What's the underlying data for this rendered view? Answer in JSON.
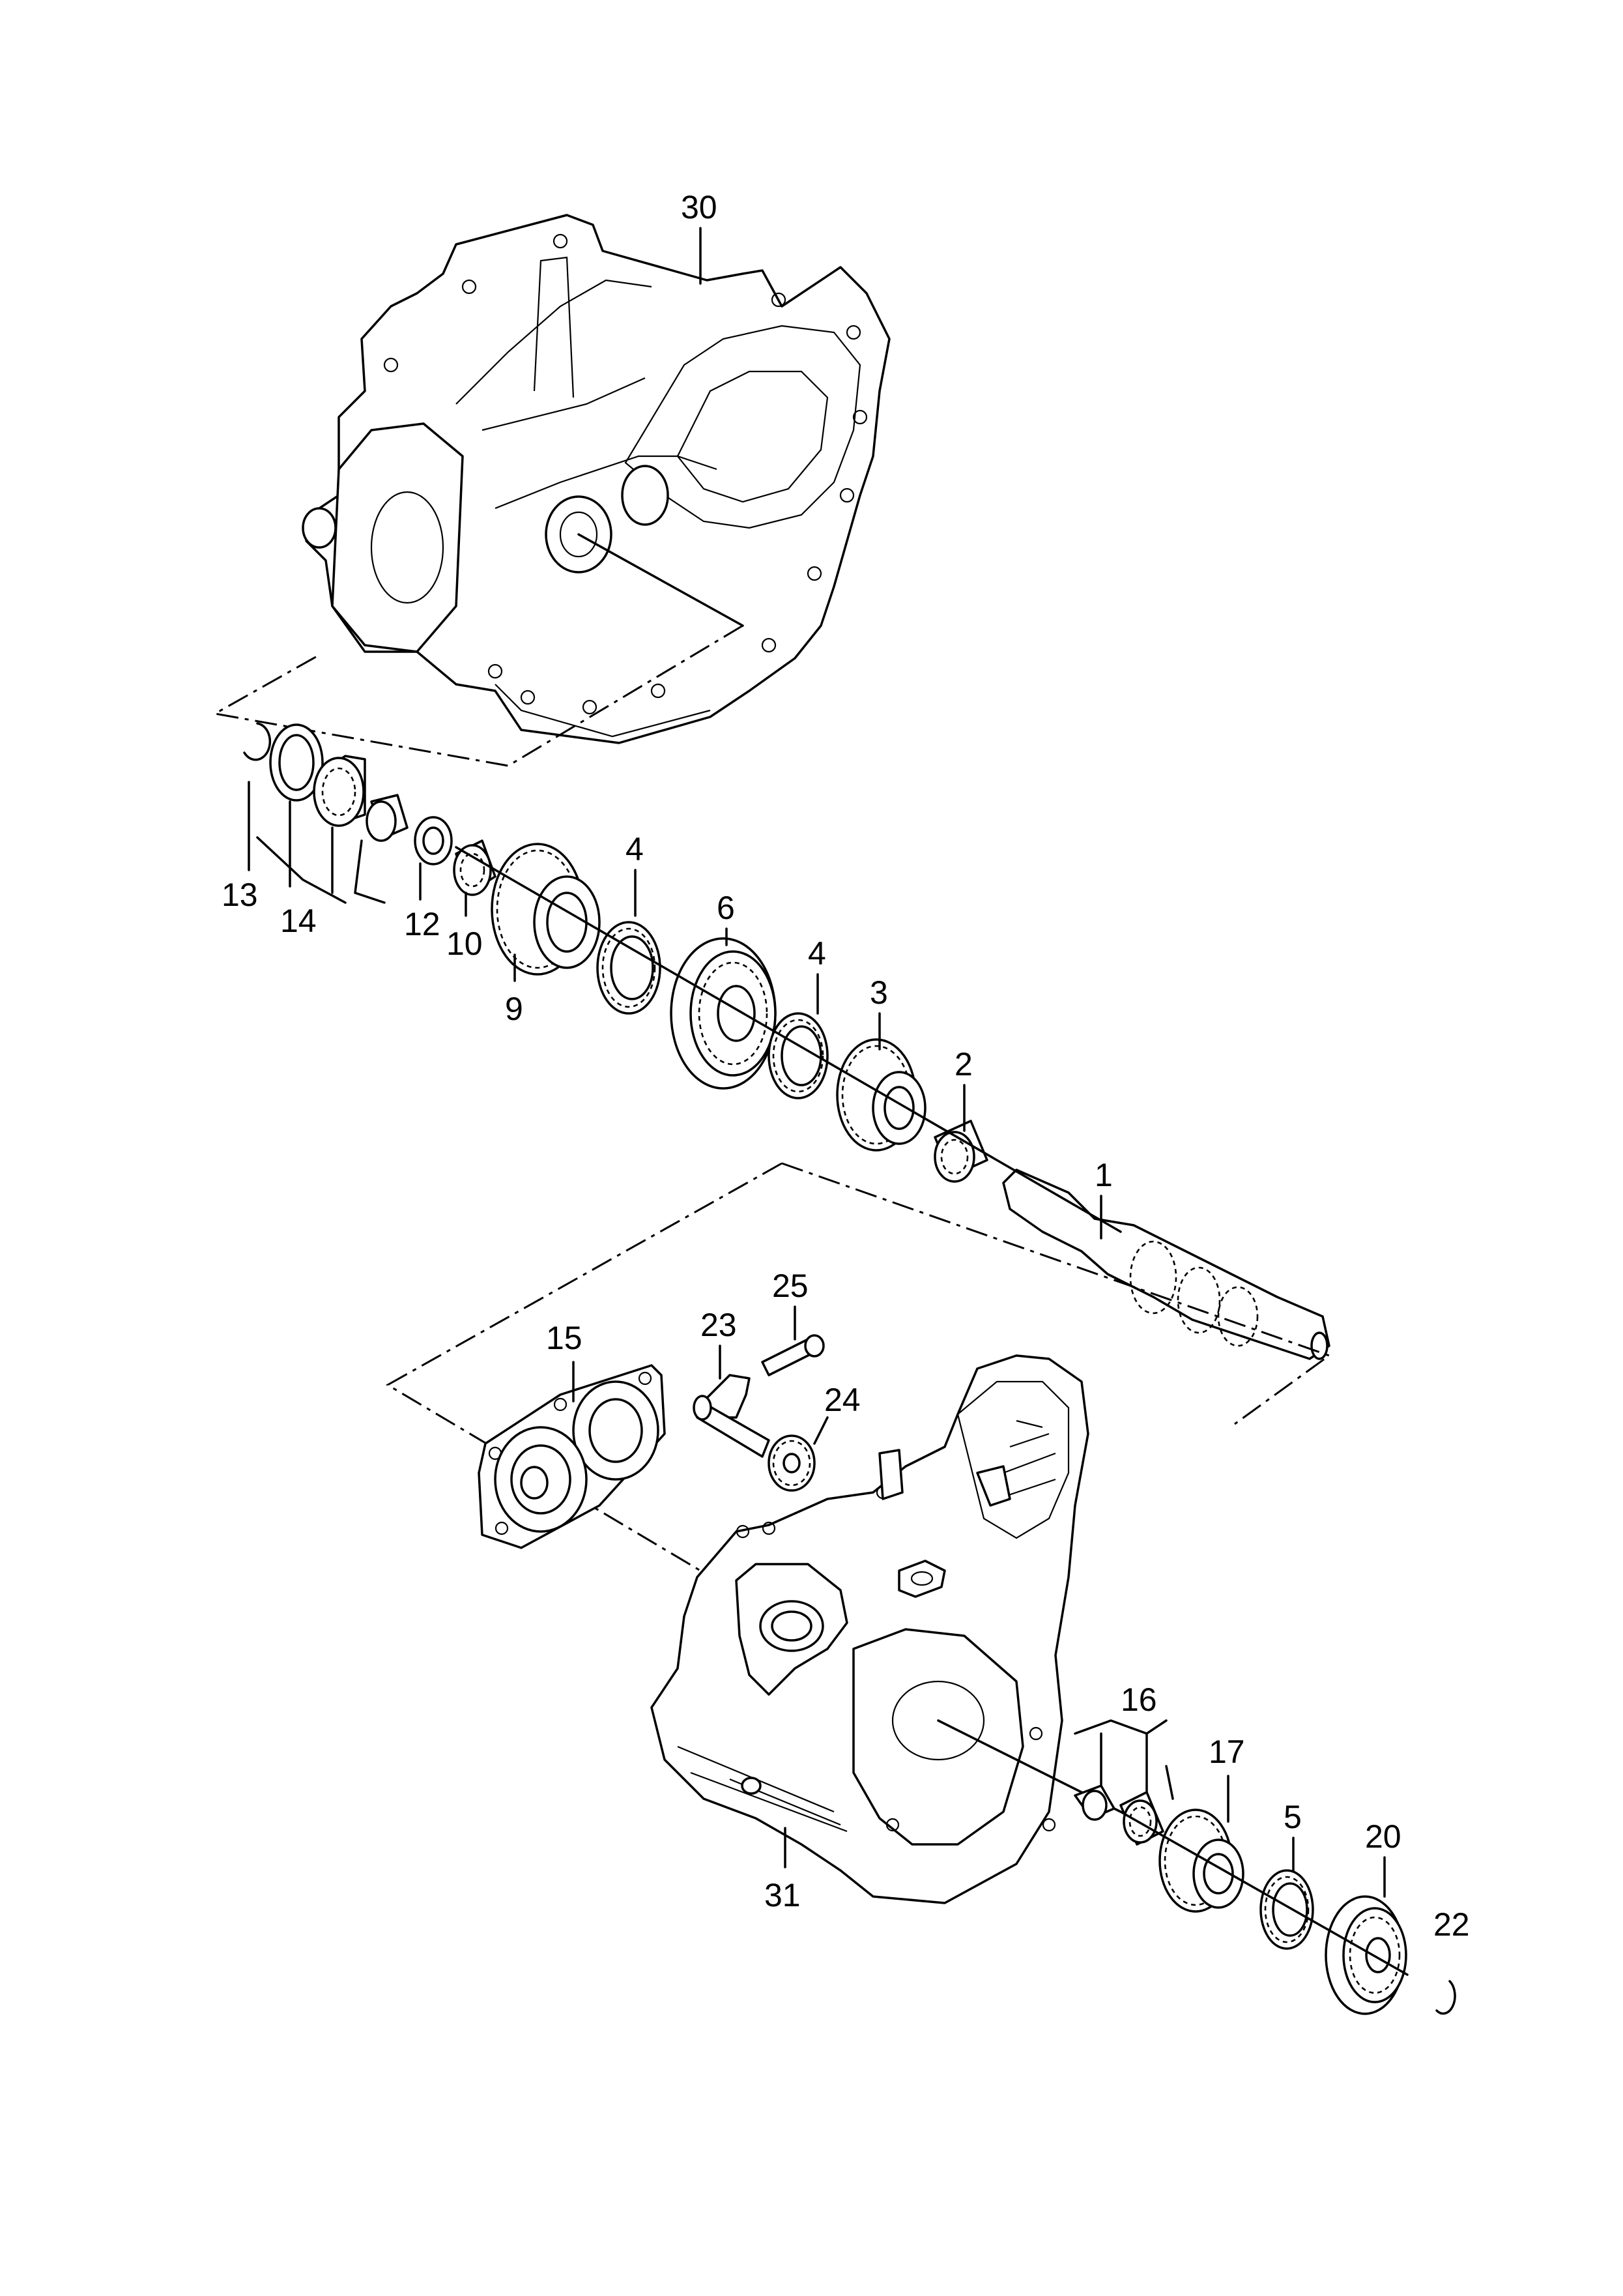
{
  "callouts": [
    {
      "id": "c1",
      "text": "1"
    },
    {
      "id": "c2",
      "text": "2"
    },
    {
      "id": "c3",
      "text": "3"
    },
    {
      "id": "c4a",
      "text": "4"
    },
    {
      "id": "c4b",
      "text": "4"
    },
    {
      "id": "c5",
      "text": "5"
    },
    {
      "id": "c6",
      "text": "6"
    },
    {
      "id": "c9",
      "text": "9"
    },
    {
      "id": "c10",
      "text": "10"
    },
    {
      "id": "c12",
      "text": "12"
    },
    {
      "id": "c13",
      "text": "13"
    },
    {
      "id": "c14",
      "text": "14"
    },
    {
      "id": "c15",
      "text": "15"
    },
    {
      "id": "c16",
      "text": "16"
    },
    {
      "id": "c17",
      "text": "17"
    },
    {
      "id": "c20",
      "text": "20"
    },
    {
      "id": "c22",
      "text": "22"
    },
    {
      "id": "c23",
      "text": "23"
    },
    {
      "id": "c24",
      "text": "24"
    },
    {
      "id": "c25",
      "text": "25"
    },
    {
      "id": "c30",
      "text": "30"
    },
    {
      "id": "c31",
      "text": "31"
    }
  ]
}
